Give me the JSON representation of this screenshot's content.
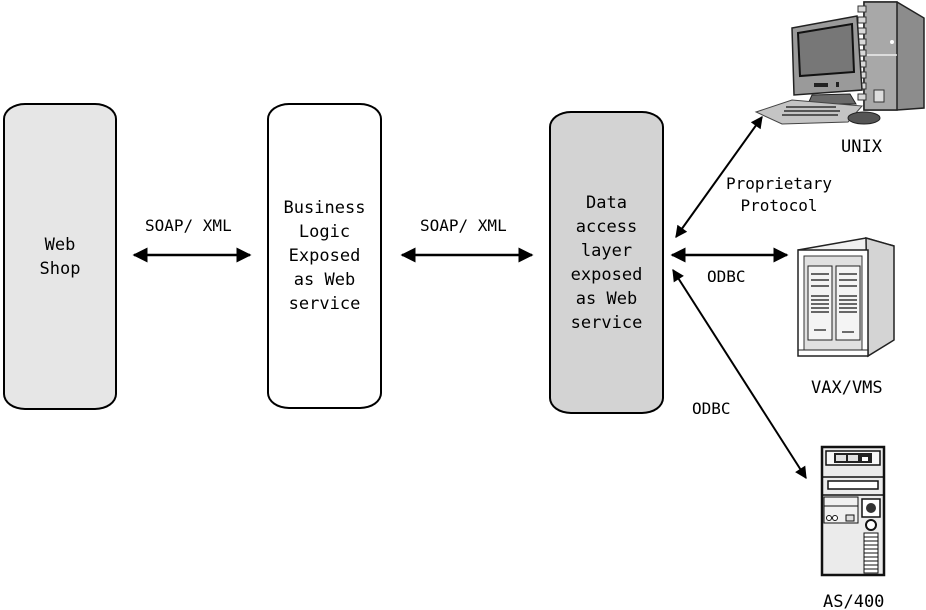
{
  "diagram": {
    "colors": {
      "web_shop_fill": "#e6e6e6",
      "business_logic_fill": "#ffffff",
      "data_access_fill": "#d3d3d3",
      "stroke": "#000000"
    },
    "nodes": {
      "web_shop": {
        "label": "Web\nShop"
      },
      "business_logic": {
        "label": "Business\nLogic\nExposed\nas Web\nservice"
      },
      "data_access": {
        "label": "Data\naccess\nlayer\nexposed\nas Web\nservice"
      },
      "unix": {
        "label": "UNIX",
        "icon": "desktop-computer-icon"
      },
      "vax_vms": {
        "label": "VAX/VMS",
        "icon": "server-cabinet-icon"
      },
      "as400": {
        "label": "AS/400",
        "icon": "tower-server-icon"
      }
    },
    "edges": [
      {
        "from": "web_shop",
        "to": "business_logic",
        "label": "SOAP/ XML",
        "direction": "bidirectional"
      },
      {
        "from": "business_logic",
        "to": "data_access",
        "label": "SOAP/ XML",
        "direction": "bidirectional"
      },
      {
        "from": "data_access",
        "to": "unix",
        "label": "Proprietary\nProtocol",
        "direction": "bidirectional"
      },
      {
        "from": "data_access",
        "to": "vax_vms",
        "label": "ODBC",
        "direction": "bidirectional"
      },
      {
        "from": "data_access",
        "to": "as400",
        "label": "ODBC",
        "direction": "bidirectional"
      }
    ]
  }
}
